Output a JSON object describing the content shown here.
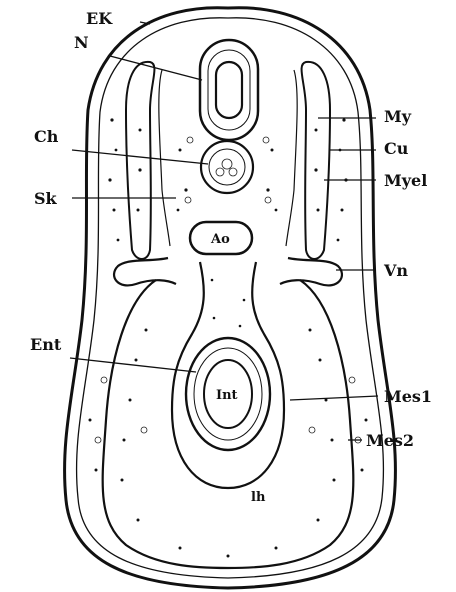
{
  "figure": {
    "labels": {
      "ek": "EK",
      "n": "N",
      "ch": "Ch",
      "sk": "Sk",
      "my": "My",
      "cu": "Cu",
      "myel": "Myel",
      "vn": "Vn",
      "ent": "Ent",
      "mes1": "Mes1",
      "mes2": "Mes2",
      "ao": "Ao",
      "int": "Int",
      "lh": "lh"
    }
  }
}
